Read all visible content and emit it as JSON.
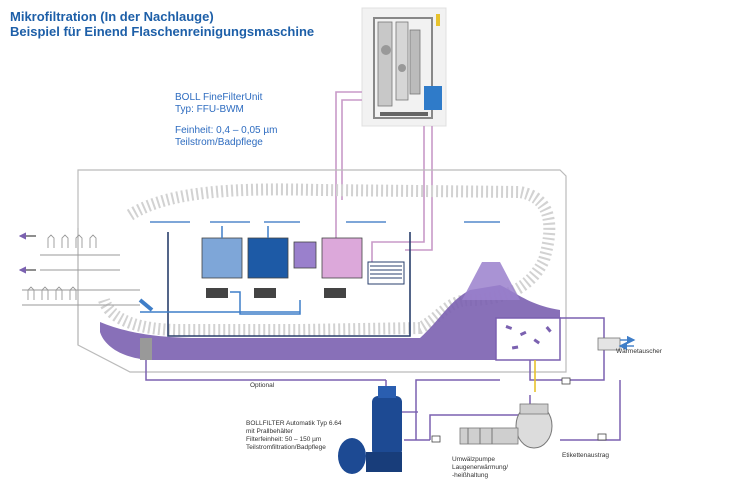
{
  "title": {
    "line1": "Mikrofiltration (In der Nachlauge)",
    "line2": "Beispiel für Einend Flaschenreinigungsmaschine"
  },
  "ffu": {
    "name": "BOLL FineFilterUnit",
    "type": "Typ: FFU-BWM",
    "fineness": "Feinheit: 0,4 – 0,05 µm",
    "mode": "Teilstrom/Badpflege"
  },
  "labels": {
    "optional": "Optional",
    "heat_exchanger": "Wärmetauscher",
    "label_discharge": "Etikettenaustrag",
    "pump_1": "Umwälzpumpe",
    "pump_2": "Laugenerwärmung/",
    "pump_3": "-heißhaltung",
    "bollfilter_1": "BOLLFILTER Automatik Typ 6.64",
    "bollfilter_2": "mit Prallbehälter",
    "bollfilter_3": "Filterfeinheit: 50 – 150 µm",
    "bollfilter_4": "Teilstromfiltration/Badpflege"
  },
  "colors": {
    "title": "#1d5fa8",
    "lye": "#7b61b0",
    "pink_line": "#c89ac8",
    "blue_line": "#3f7ec8",
    "dark_line": "#2a3f6c",
    "tank_light": "#7ea6d8",
    "tank_dark": "#1d5aa6",
    "tank_purple": "#9a80cc",
    "tank_pink": "#dca8da",
    "outline": "#bbbbbb"
  }
}
